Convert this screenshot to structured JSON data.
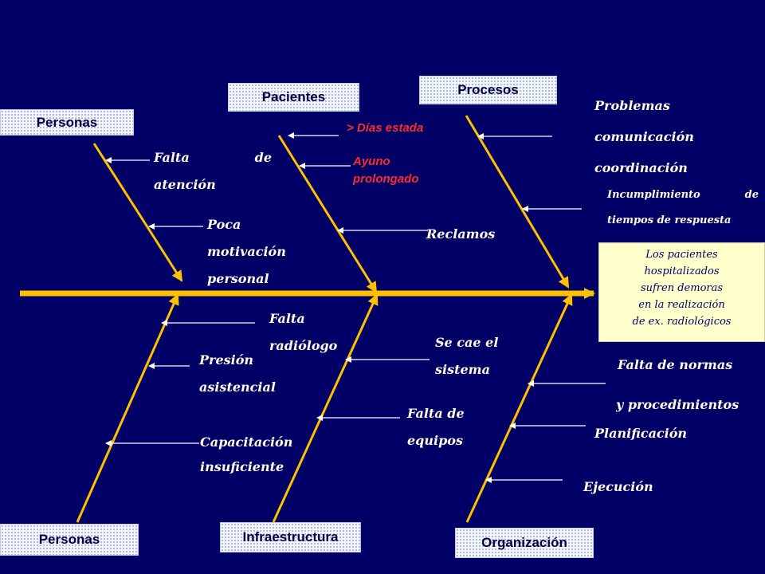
{
  "categories": {
    "top_personas": "Personas",
    "pacientes": "Pacientes",
    "procesos": "Procesos",
    "bottom_personas": "Personas",
    "infraestructura": "Infraestructura",
    "organizacion": "Organización"
  },
  "effect": {
    "line1": "Los pacientes",
    "line2": "hospitalizados",
    "line3": "sufren demoras",
    "line4": "en la realización",
    "line5": "de ex. radiológicos"
  },
  "causes": {
    "falta_atencion": {
      "w1": "Falta",
      "w2": "de",
      "line2": "atención"
    },
    "poca_motivacion": {
      "line1": "Poca",
      "line2": "motivación",
      "line3": "personal"
    },
    "dias_estada": "> Días estada",
    "ayuno": {
      "line1": "Ayuno",
      "line2": "prolongado"
    },
    "reclamos": "Reclamos",
    "problemas": {
      "line1": "Problemas",
      "line2": "comunicación",
      "line3": "coordinación"
    },
    "incumplimiento": {
      "w1": "Incumplimiento",
      "w2": "de",
      "line2": "tiempos de respuesta"
    },
    "falta_radiologo": {
      "line1": "Falta",
      "line2": "radiólogo"
    },
    "presion": {
      "line1": "Presión",
      "line2": "asistencial"
    },
    "capacitacion": {
      "line1": "Capacitación",
      "line2": "insuficiente"
    },
    "se_cae": {
      "line1": "Se cae el",
      "line2": "sistema"
    },
    "falta_equipos": {
      "line1": "Falta de",
      "line2": "equipos"
    },
    "falta_normas": "Falta de normas",
    "procedimientos": "y procedimientos",
    "planificacion": "Planificación",
    "ejecucion": "Ejecución"
  },
  "colors": {
    "background": "#000066",
    "bone": "#ffc000",
    "text": "#fffbe8",
    "red_text": "#ff2a2a",
    "effect_box": "#ffffcc"
  }
}
